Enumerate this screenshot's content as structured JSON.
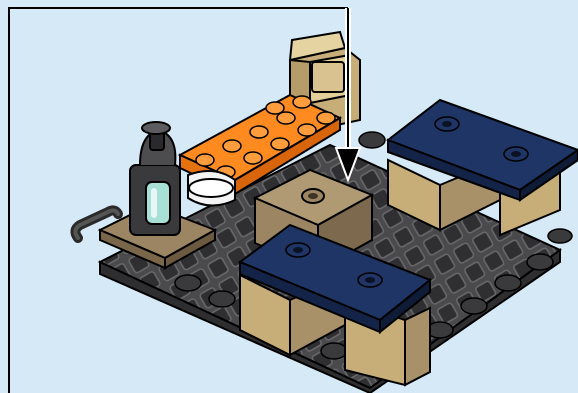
{
  "illustration": {
    "kind": "lego-building-instruction-step",
    "background_color": "#d6e9f7",
    "callout_frame_color": "#000000",
    "arrow": {
      "icon": "down-arrow-icon",
      "color": "#000000",
      "meaning": "place-part-here"
    },
    "colors": {
      "baseplate": "#4a4a4d",
      "tan": "#d9c28f",
      "dark_tan": "#9c8563",
      "orange": "#ff8a1f",
      "dark_blue": "#1e3565",
      "white": "#f4f4f4",
      "trans_light_blue": "#a8e0d8",
      "dark_gray": "#3a3a3c"
    },
    "parts": [
      "baseplate-grille",
      "tan-armchair",
      "orange-plate",
      "white-tile",
      "dark-gray-canister",
      "trans-light-blue-capsule",
      "dark-tan-plate-with-hose",
      "dark-blue-table-upper",
      "dark-blue-table-lower",
      "tan-crate"
    ]
  }
}
